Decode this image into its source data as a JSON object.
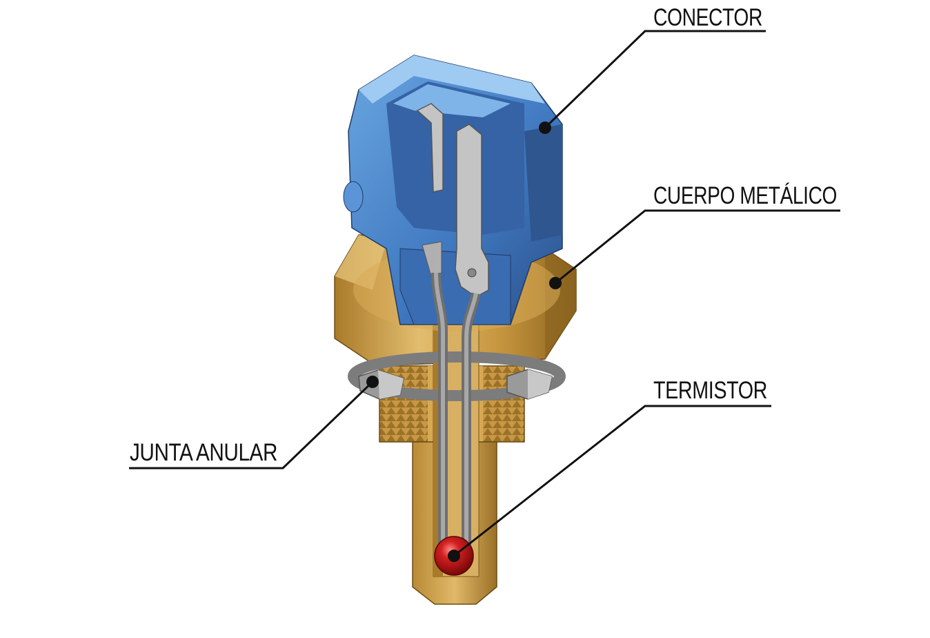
{
  "labels": {
    "conector": "CONECTOR",
    "cuerpo": "CUERPO METÁLICO",
    "termistor": "TERMISTOR",
    "junta": "JUNTA ANULAR"
  },
  "colors": {
    "connector_blue": "#4a86cc",
    "connector_dark": "#2e4f86",
    "connector_light": "#8ec0ee",
    "brass": "#c99a45",
    "brass_dark": "#8a6420",
    "brass_light": "#e6c277",
    "steel": "#b8b8b8",
    "steel_dark": "#6f6f6f",
    "thermistor_red": "#c01818",
    "leader": "#111111"
  }
}
